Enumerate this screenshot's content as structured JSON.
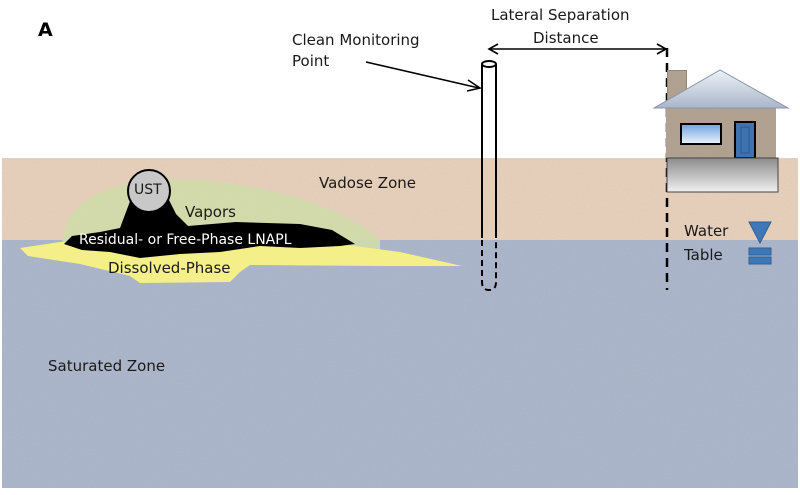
{
  "figure": {
    "panel_label": "A",
    "title": "Lateral separation distance between LNAPL source and building"
  },
  "labels": {
    "clean_monitoring_point_line1": "Clean Monitoring",
    "clean_monitoring_point_line2": "Point",
    "lateral_separation_line1": "Lateral Separation",
    "lateral_separation_line2": "Distance",
    "vadose_zone": "Vadose Zone",
    "saturated_zone": "Saturated Zone",
    "ust": "UST",
    "vapors": "Vapors",
    "lnapl": "Residual- or Free-Phase LNAPL",
    "dissolved_phase": "Dissolved-Phase",
    "water_table_line1": "Water",
    "water_table_line2": "Table"
  },
  "colors": {
    "vadose": "#e8d2bd",
    "saturated": "#aeb8cc",
    "vapors": "#cfdcaa",
    "dissolved": "#f4ef88",
    "lnapl": "#000000",
    "ust": "#c8c8c8",
    "water_table_symbol": "#3f78b8",
    "house_wall": "#b3a493",
    "roof": "#c9d2e0",
    "door": "#3f72b0",
    "window": "#9dc3ef"
  }
}
